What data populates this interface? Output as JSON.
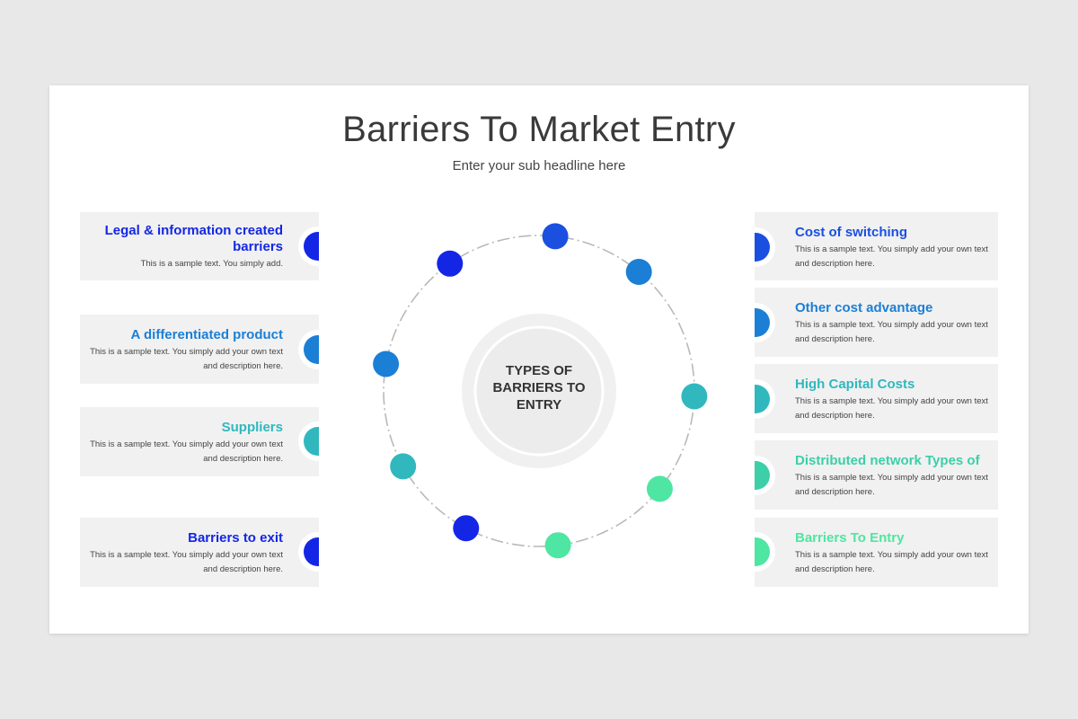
{
  "title": "Barriers To Market Entry",
  "subtitle": "Enter your sub headline here",
  "center_label": "TYPES OF BARRIERS TO ENTRY",
  "colors": {
    "blue_dark": "#1326e6",
    "blue_mid": "#1a4fe0",
    "blue_light": "#1b7fd6",
    "teal": "#30b8be",
    "green_teal": "#3ccfa8",
    "green": "#4ee6a2",
    "bg": "#e9e8e9",
    "card_bg": "#f1f1f1"
  },
  "left_items": [
    {
      "title": "Legal & information created barriers",
      "desc": "This is a sample text.  You simply add.",
      "color": "#1326e6"
    },
    {
      "title": "A differentiated product",
      "desc": "This is a sample text.  You simply add your own text and description here.",
      "color": "#1b7fd6"
    },
    {
      "title": "Suppliers",
      "desc": "This is a sample text.  You simply add your own text and description here.",
      "color": "#30b8be"
    },
    {
      "title": "Barriers to exit",
      "desc": "This is a sample text.  You simply add your own text and description here.",
      "color": "#1326e6"
    }
  ],
  "right_items": [
    {
      "title": "Cost of switching",
      "desc": "This is a sample text.  You simply add your own text and description here.",
      "color": "#1a4fe0"
    },
    {
      "title": "Other cost advantage",
      "desc": "This is a sample text.  You simply add your own text and description here.",
      "color": "#1b7fd6"
    },
    {
      "title": "High Capital Costs",
      "desc": "This is a sample text.  You simply add your own text and description here.",
      "color": "#30b8be"
    },
    {
      "title": "Distributed network Types of",
      "desc": "This is a sample text.  You simply add your own text and description here.",
      "color": "#3ccfa8"
    },
    {
      "title": "Barriers To Entry",
      "desc": "This is a sample text.  You simply add your own text and description here.",
      "color": "#4ee6a2"
    }
  ],
  "ring_dot_colors": [
    "#1a4fe0",
    "#1b7fd6",
    "#30b8be",
    "#4ee6a2",
    "#4ee6a2",
    "#1326e6",
    "#30b8be",
    "#1b7fd6",
    "#1326e6"
  ]
}
